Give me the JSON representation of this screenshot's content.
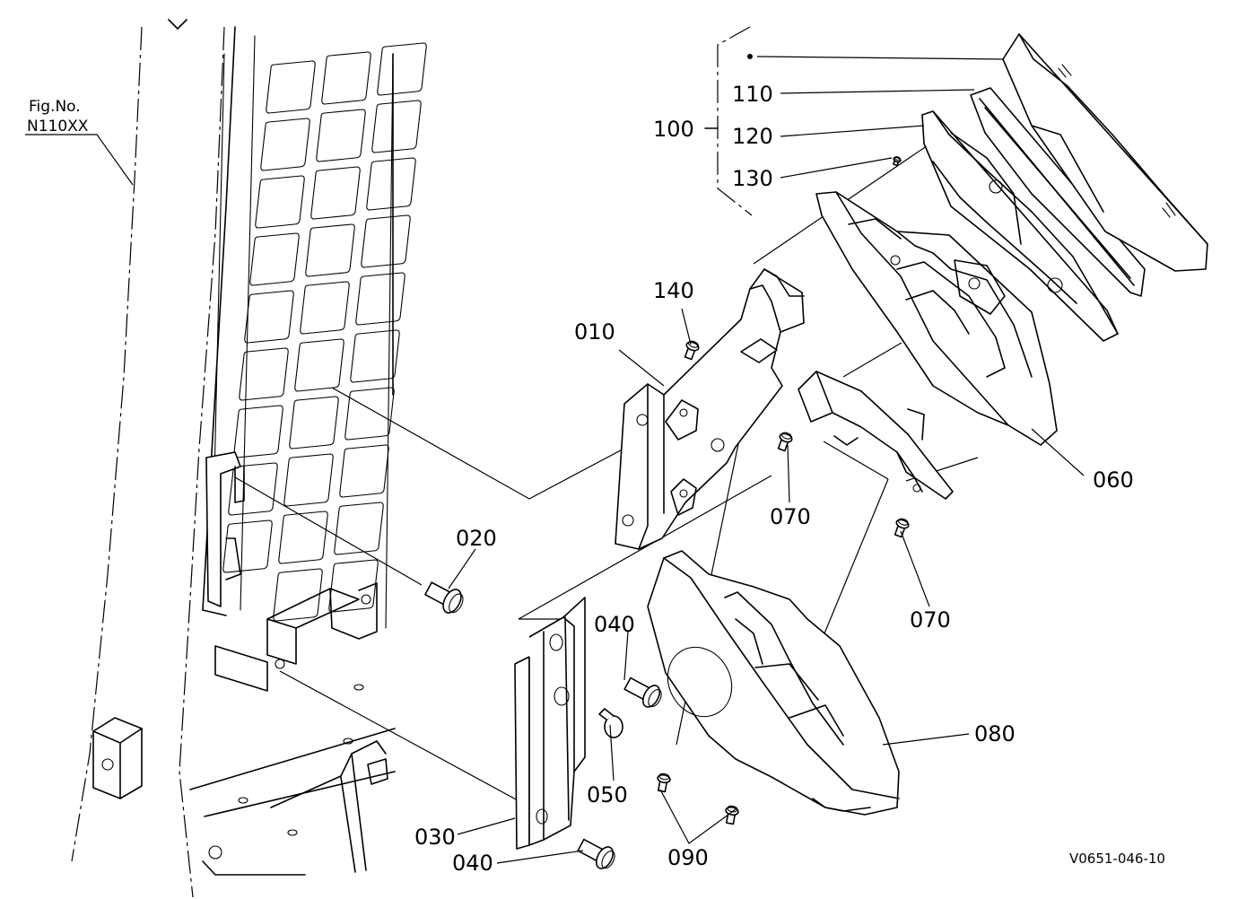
{
  "figure": {
    "fig_label": "Fig.No.",
    "fig_number": "N110XX",
    "drawing_code": "V0651-046-10"
  },
  "group": {
    "label": "100",
    "items": [
      "110",
      "120",
      "130"
    ]
  },
  "callouts": {
    "p010": "010",
    "p020": "020",
    "p030": "030",
    "p040a": "040",
    "p040b": "040",
    "p050": "050",
    "p060": "060",
    "p070a": "070",
    "p070b": "070",
    "p080": "080",
    "p090": "090",
    "p140": "140"
  }
}
